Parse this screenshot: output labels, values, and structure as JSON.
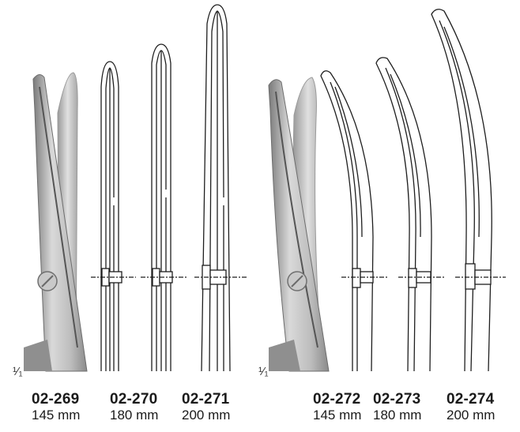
{
  "scale_mark": "¹⁄₁",
  "straight_group": {
    "items": [
      {
        "code": "02-269",
        "length": "145 mm"
      },
      {
        "code": "02-270",
        "length": "180 mm"
      },
      {
        "code": "02-271",
        "length": "200 mm"
      }
    ]
  },
  "curved_group": {
    "items": [
      {
        "code": "02-272",
        "length": "145 mm"
      },
      {
        "code": "02-273",
        "length": "180 mm"
      },
      {
        "code": "02-274",
        "length": "200 mm"
      }
    ]
  },
  "colors": {
    "outline": "#1e1e1e",
    "photo_light": "#d6d6d6",
    "photo_dark": "#6e6e6e"
  }
}
